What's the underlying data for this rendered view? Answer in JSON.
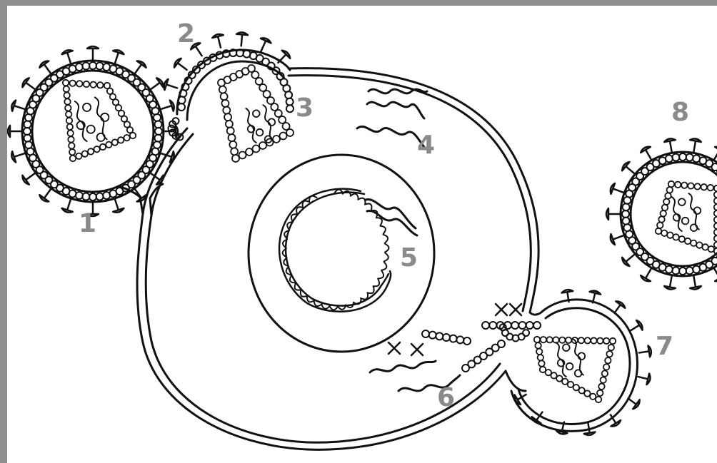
{
  "diagram": {
    "stage_labels": [
      "1",
      "2",
      "3",
      "4",
      "5",
      "6",
      "7",
      "8"
    ]
  },
  "colors": {
    "ink": "#111111",
    "label": "#8a8a8a",
    "frame": "#8f8f8f",
    "background": "#ffffff"
  }
}
